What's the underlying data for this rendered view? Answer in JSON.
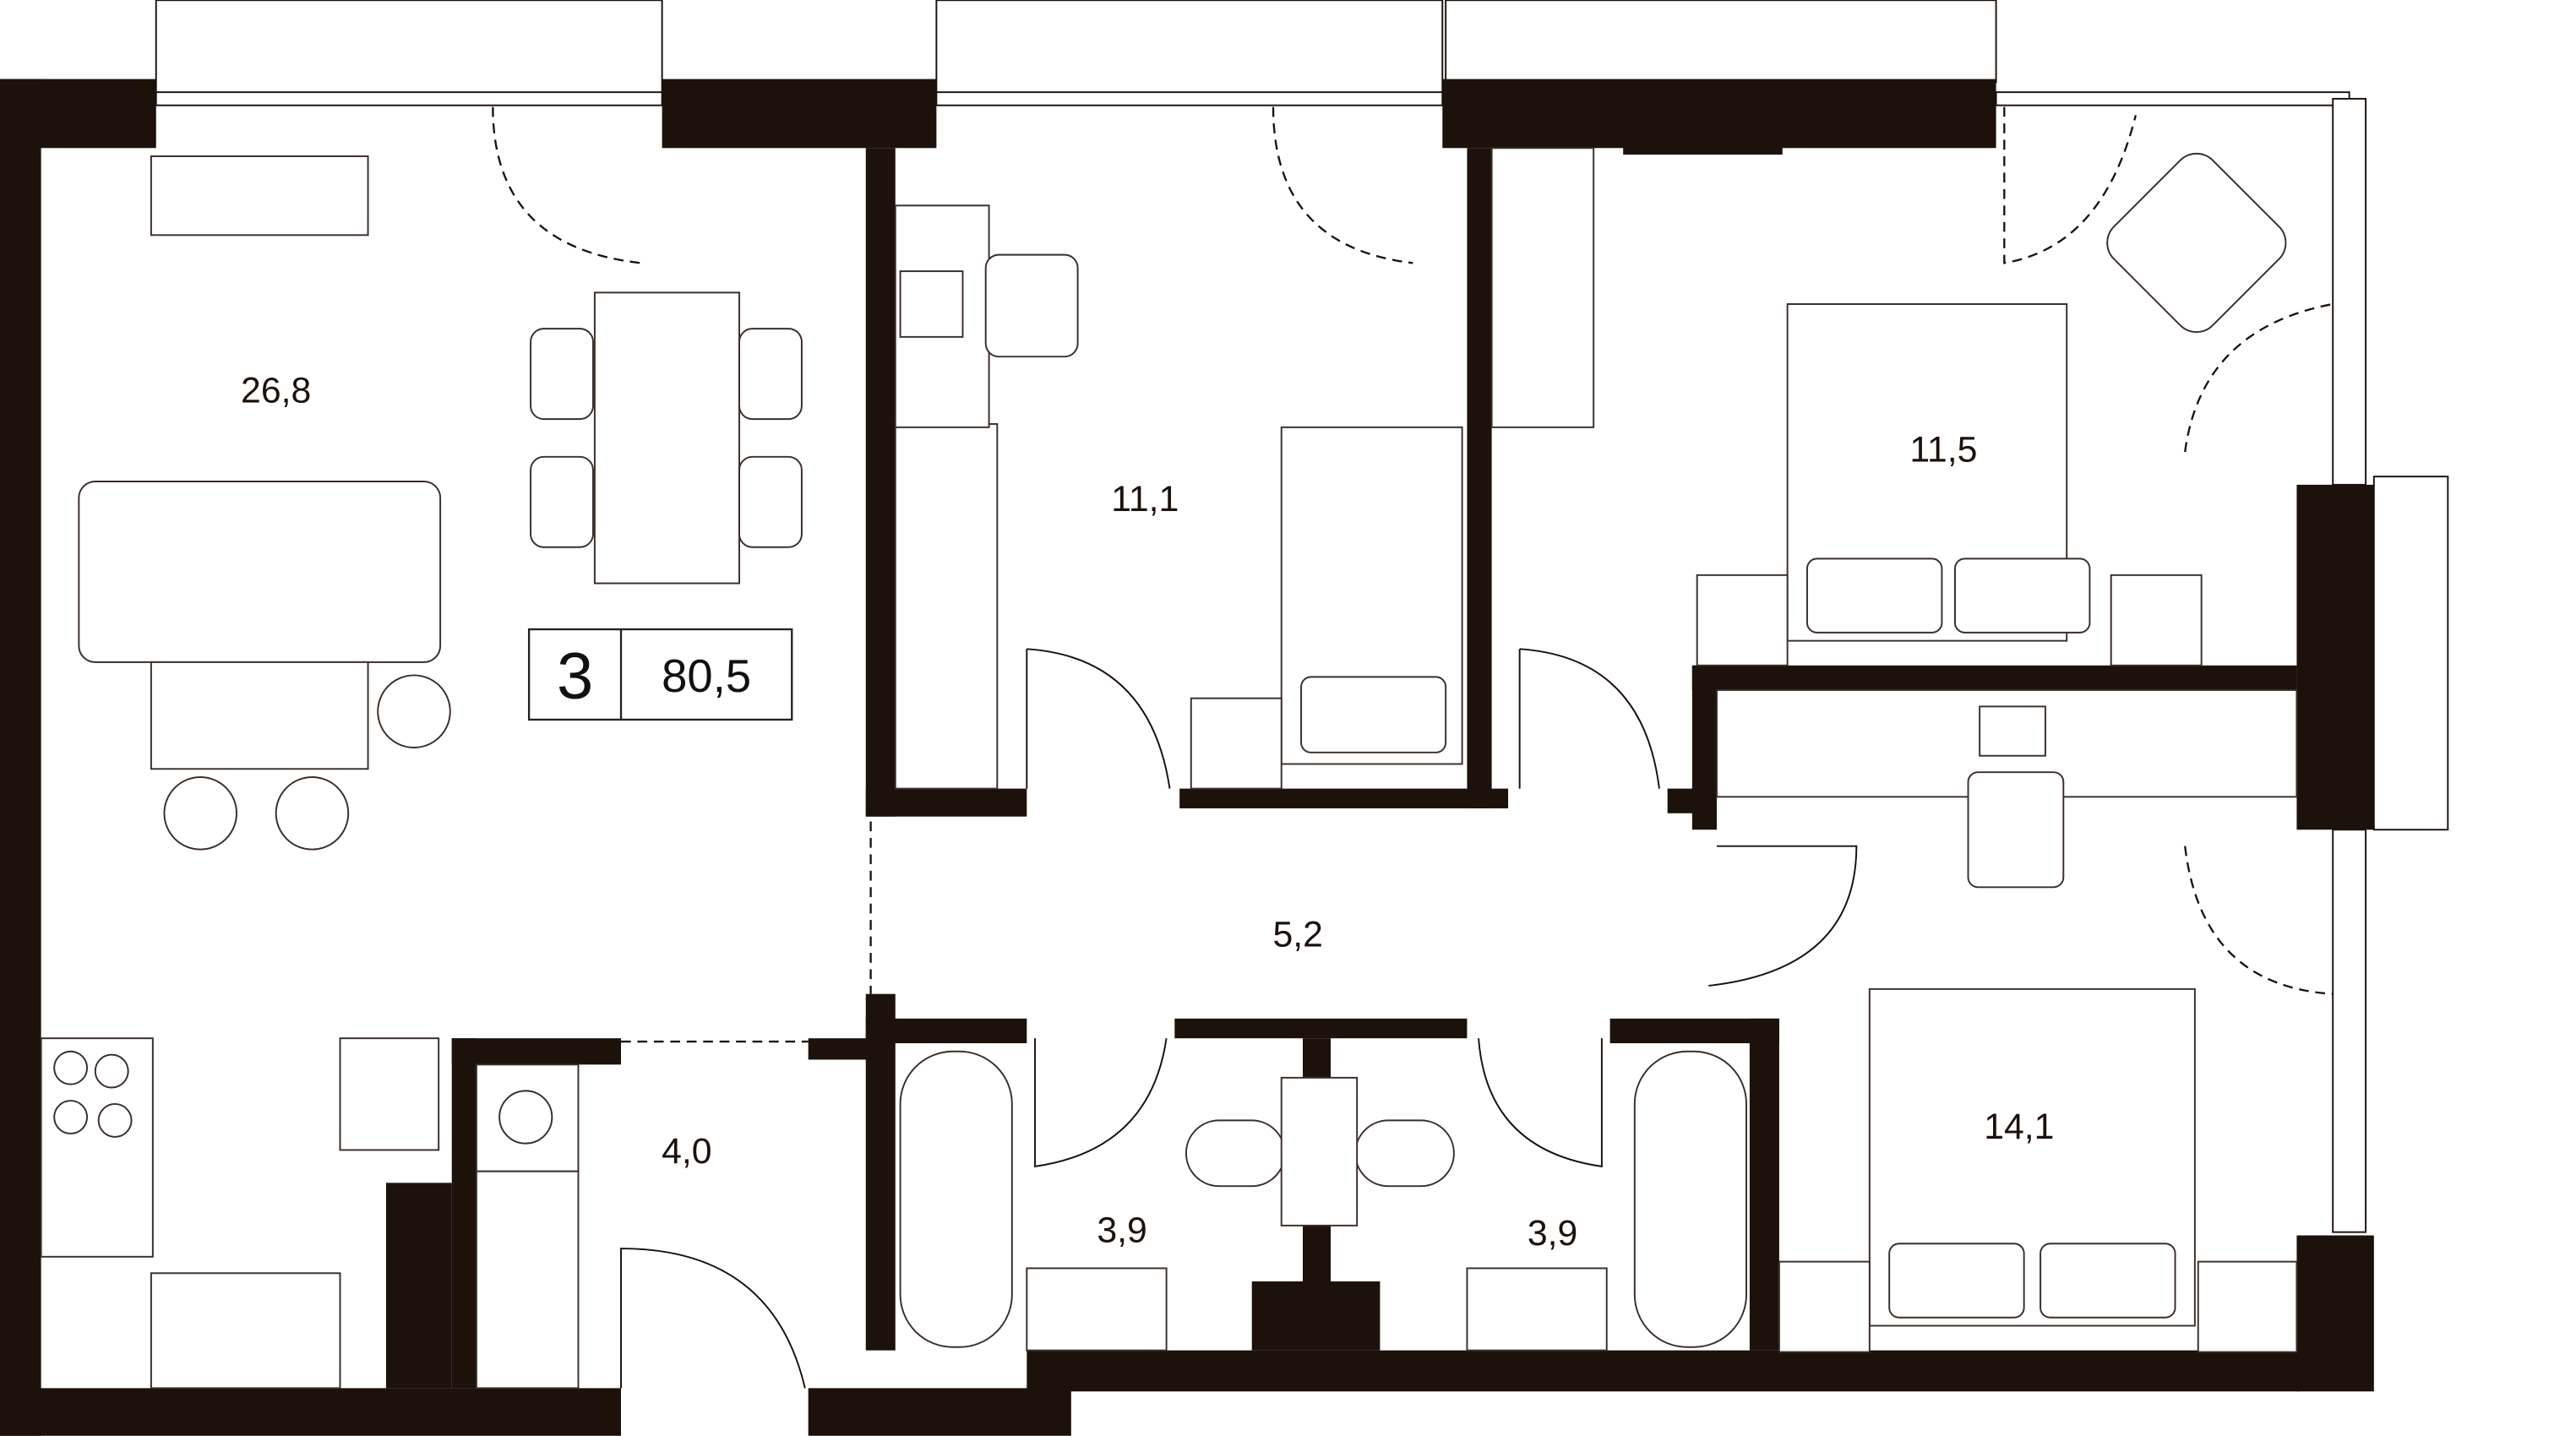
{
  "plan": {
    "rooms_count": "3",
    "total_area": "80,5",
    "rooms": [
      {
        "id": "living-kitchen",
        "area": "26,8"
      },
      {
        "id": "bedroom-small",
        "area": "11,1"
      },
      {
        "id": "bedroom-top-right",
        "area": "11,5"
      },
      {
        "id": "hallway",
        "area": "5,2"
      },
      {
        "id": "entrance-hall",
        "area": "4,0"
      },
      {
        "id": "bathroom-left",
        "area": "3,9"
      },
      {
        "id": "bathroom-right",
        "area": "3,9"
      },
      {
        "id": "bedroom-master",
        "area": "14,1"
      }
    ],
    "colors": {
      "wall": "#1c110b",
      "background": "#ffffff"
    }
  }
}
